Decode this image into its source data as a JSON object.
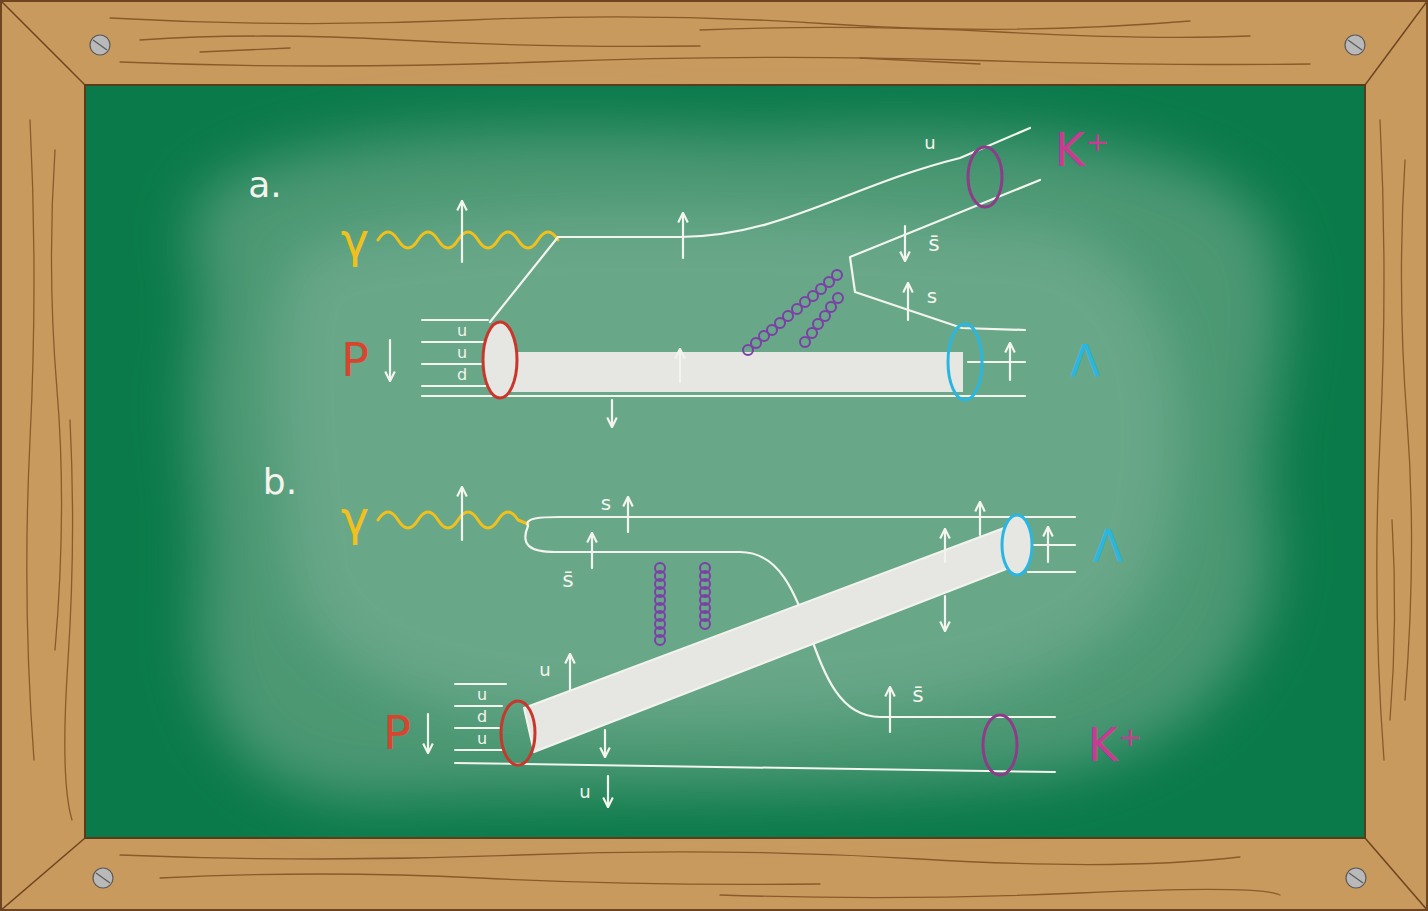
{
  "diagram": {
    "labels": [
      "a.",
      "u",
      "K⁺",
      "γ",
      "s̄",
      "s",
      "u",
      "u",
      "d",
      "P",
      "Λ",
      "b.",
      "γ",
      "s",
      "Λ",
      "s̄",
      "u",
      "s̄",
      "u",
      "d",
      "u",
      "P",
      "K⁺",
      "u"
    ]
  }
}
